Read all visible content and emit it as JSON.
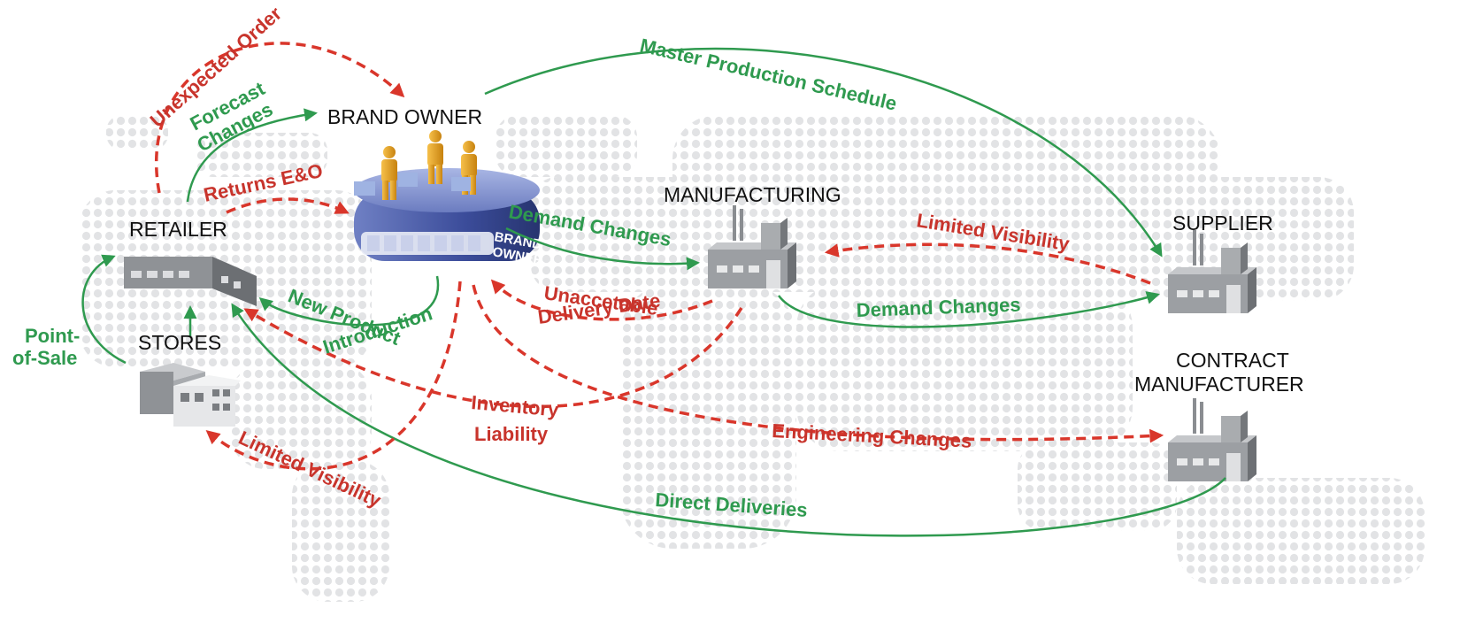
{
  "colors": {
    "green_flow": "#2f9a4f",
    "red_issue": "#d9362b",
    "map_dots": "#e2e3e5",
    "building": "#8c8f93",
    "brand_base": "#3b4c9a",
    "figure": "#e6a321"
  },
  "nodes": {
    "brand_owner": "BRAND OWNER",
    "brand_badge_line1": "BRAND",
    "brand_badge_line2": "OWNER",
    "manufacturing": "MANUFACTURING",
    "retailer": "RETAILER",
    "stores": "STORES",
    "supplier": "SUPPLIER",
    "contract_line1": "CONTRACT",
    "contract_line2": "MANUFACTURER"
  },
  "flows": {
    "unexpected_order": "Unexpected Order",
    "forecast_line1": "Forecast",
    "forecast_line2": "Changes",
    "returns": "Returns E&O",
    "master_production": "Master Production Schedule",
    "demand_changes_top": "Demand Changes",
    "limited_visibility_top": "Limited Visibility",
    "demand_changes_bottom": "Demand Changes",
    "unacceptable_line1": "Unaccetable",
    "unacceptable_line2": "Delivery Date",
    "new_product_line1": "New Product",
    "new_product_line2": "Introduction",
    "pos_line1": "Point-",
    "pos_line2": "of-Sale",
    "inventory_line1": "Inventory",
    "inventory_line2": "Liability",
    "engineering": "Engineering Changes",
    "limited_visibility_bottom": "Limited Visibility",
    "direct_deliveries": "Direct Deliveries"
  }
}
